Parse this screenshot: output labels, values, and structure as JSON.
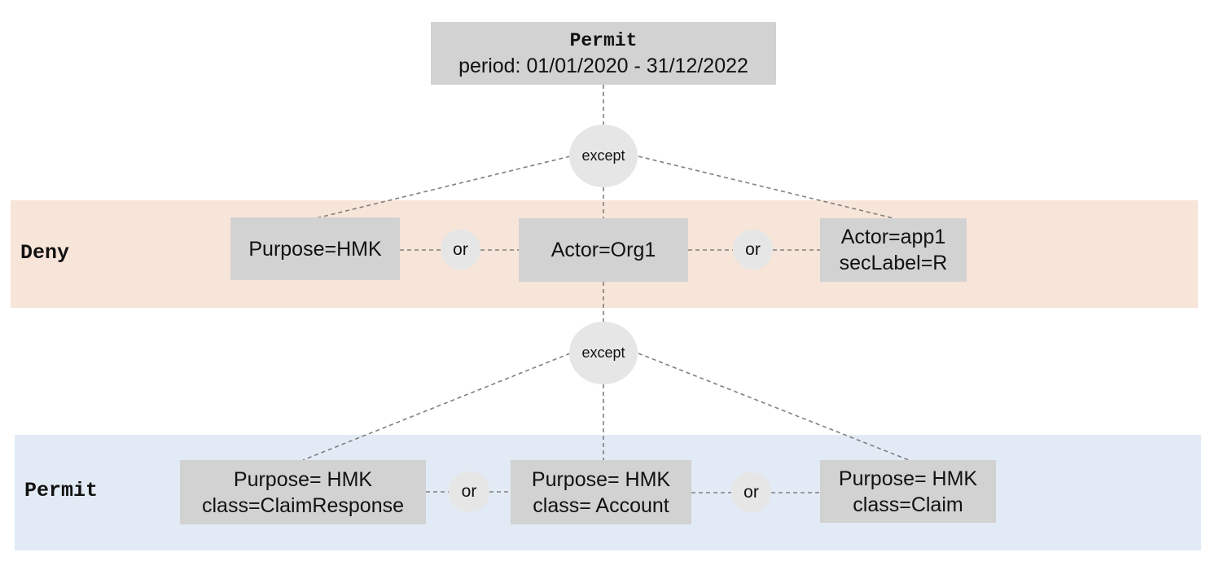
{
  "top_rule": {
    "title": "Permit",
    "period": "period: 01/01/2020 - 31/12/2022"
  },
  "operators": {
    "except_label": "except",
    "or_label": "or"
  },
  "deny_band": {
    "label": "Deny",
    "color": "#f8e5d9",
    "conditions": [
      {
        "lines": [
          "Purpose=HMK"
        ]
      },
      {
        "lines": [
          "Actor=Org1"
        ]
      },
      {
        "lines": [
          "Actor=app1",
          "secLabel=R"
        ]
      }
    ]
  },
  "permit_band": {
    "label": "Permit",
    "color": "#e2ebf5",
    "conditions": [
      {
        "lines": [
          "Purpose= HMK",
          "class=ClaimResponse"
        ]
      },
      {
        "lines": [
          "Purpose= HMK",
          "class= Account"
        ]
      },
      {
        "lines": [
          "Purpose= HMK",
          "class=Claim"
        ]
      }
    ]
  },
  "colors": {
    "box": "#d3d2d3",
    "operator_circle": "#e6e6e6",
    "connector": "#7f7f7f"
  }
}
